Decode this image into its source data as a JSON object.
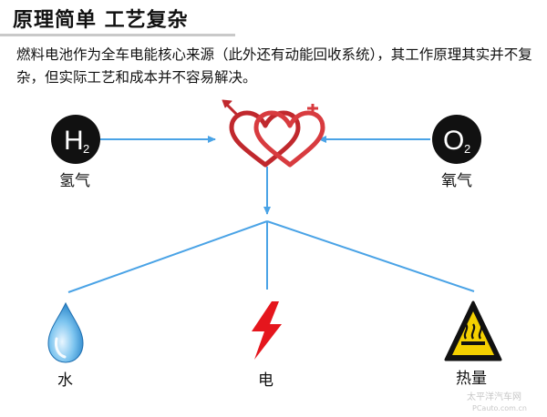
{
  "header": {
    "title": "原理简单 工艺复杂"
  },
  "description": "燃料电池作为全车电能核心来源（此外还有动能回收系统），其工作原理其实并不复杂，但实际工艺和成本并不容易解决。",
  "inputs": {
    "hydrogen": {
      "symbol": "H",
      "subscript": "2",
      "label": "氢气"
    },
    "oxygen": {
      "symbol": "O",
      "subscript": "2",
      "label": "氧气"
    }
  },
  "outputs": {
    "water": {
      "label": "水"
    },
    "electricity": {
      "label": "电"
    },
    "heat": {
      "label": "热量"
    }
  },
  "watermark": {
    "line1": "太平洋汽车网",
    "line2": "PCauto.com.cn"
  },
  "colors": {
    "arrow": "#4aa3e6",
    "heart": "#c0282d",
    "circle": "#111111",
    "bolt": "#e5161d",
    "warning": "#f4d000"
  },
  "icons": {
    "center": "linked-hearts-icon",
    "water": "water-drop-icon",
    "electricity": "lightning-bolt-icon",
    "heat": "hot-surface-warning-icon"
  }
}
